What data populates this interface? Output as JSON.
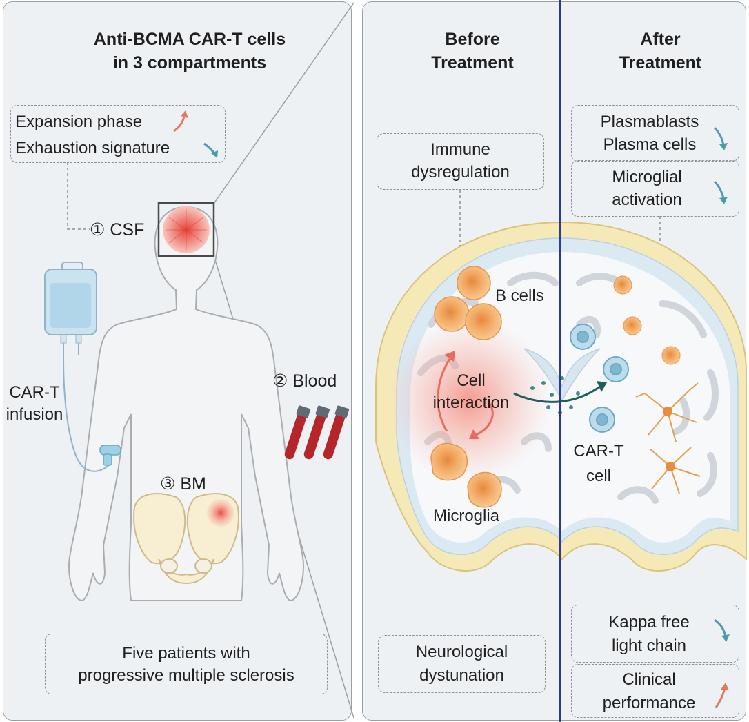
{
  "left": {
    "title_line1": "Anti-BCMA CAR-T cells",
    "title_line2": "in 3 compartments",
    "expansion": "Expansion phase",
    "exhaustion": "Exhaustion signature",
    "csf": "① CSF",
    "blood": "② Blood",
    "bm": "③ BM",
    "cart_line1": "CAR-T",
    "cart_line2": "infusion",
    "patients_line1": "Five patients with",
    "patients_line2": "progressive multiple sclerosis"
  },
  "right": {
    "before_line1": "Before",
    "before_line2": "Treatment",
    "after_line1": "After",
    "after_line2": "Treatment",
    "immune_line1": "Immune",
    "immune_line2": "dysregulation",
    "plasmablasts": "Plasmablasts",
    "plasma_cells": "Plasma cells",
    "microglial_line1": "Microglial",
    "microglial_line2": "activation",
    "b_cells": "B cells",
    "cell_interaction_line1": "Cell",
    "cell_interaction_line2": "interaction",
    "microglia": "Microglia",
    "cart_cell_line1": "CAR-T",
    "cart_cell_line2": "cell",
    "neuro_line1": "Neurological",
    "neuro_line2": "dystunation",
    "kappa_line1": "Kappa free",
    "kappa_line2": "light chain",
    "clinical_line1": "Clinical",
    "clinical_line2": "performance"
  },
  "colors": {
    "panel_bg": "#eef1f4",
    "divider": "#2e3a8c",
    "up_arrow": "#e07a5f",
    "down_arrow": "#4a9bb0",
    "orange_cell": "#f0a95a",
    "blood_tube": "#b5262b"
  }
}
